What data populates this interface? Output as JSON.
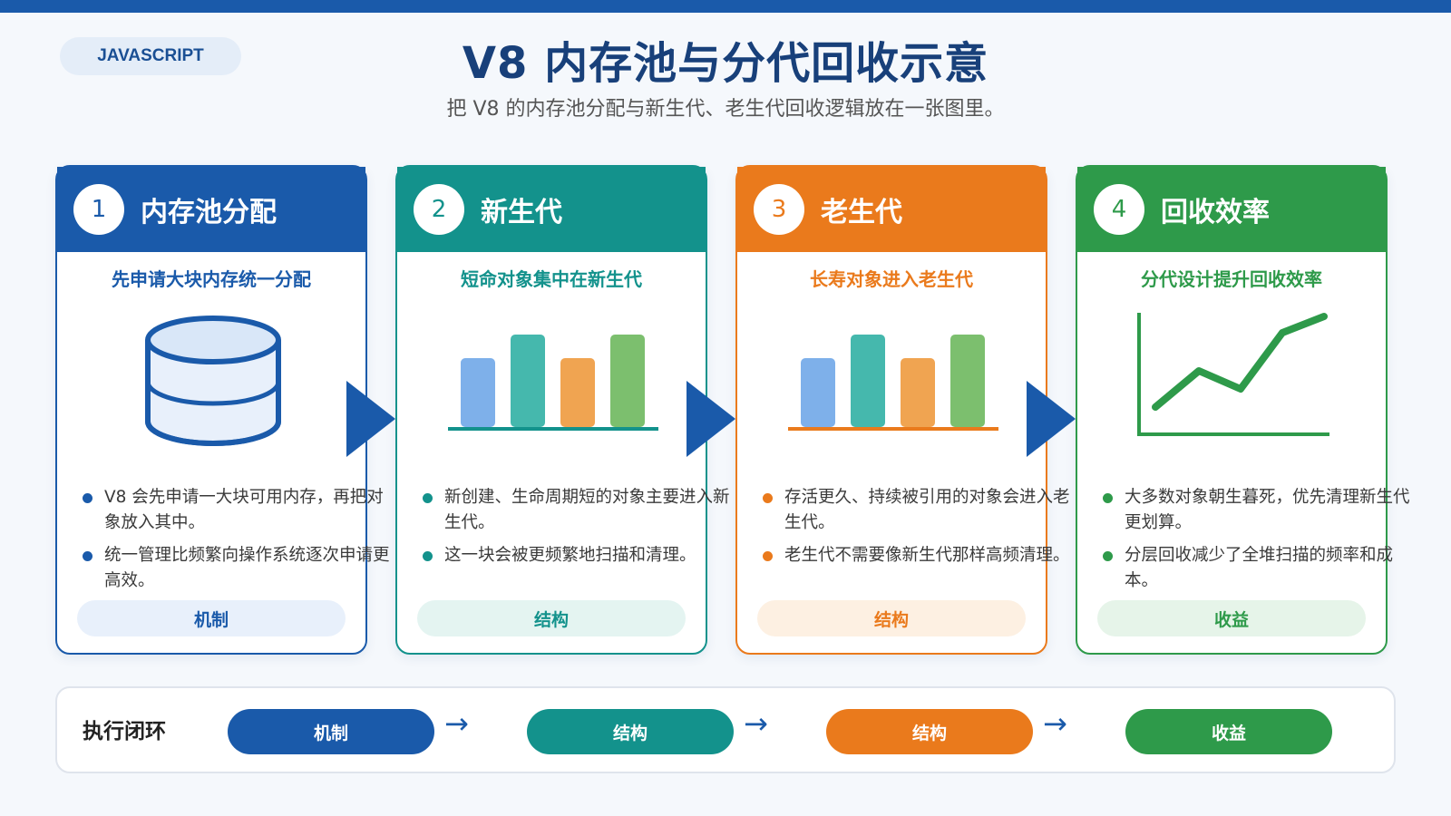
{
  "header": {
    "tag": "JAVASCRIPT",
    "title": "V8 内存池与分代回收示意",
    "subtitle": "把 V8 的内存池分配与新生代、老生代回收逻辑放在一张图里。"
  },
  "colors": {
    "blue": "#1a5aaa",
    "teal": "#13928c",
    "orange": "#ea7a1c",
    "green": "#2e9a4a"
  },
  "cards": [
    {
      "number": "1",
      "title": "内存池分配",
      "subtitle": "先申请大块内存统一分配",
      "icon": "database-icon",
      "bullets": [
        "V8 会先申请一大块可用内存，再把对象放入其中。",
        "统一管理比频繁向操作系统逐次申请更高效。"
      ],
      "tag": "机制"
    },
    {
      "number": "2",
      "title": "新生代",
      "subtitle": "短命对象集中在新生代",
      "icon": "bar-chart-icon",
      "bullets": [
        "新创建、生命周期短的对象主要进入新生代。",
        "这一块会被更频繁地扫描和清理。"
      ],
      "tag": "结构"
    },
    {
      "number": "3",
      "title": "老生代",
      "subtitle": "长寿对象进入老生代",
      "icon": "bar-chart-icon",
      "bullets": [
        "存活更久、持续被引用的对象会进入老生代。",
        "老生代不需要像新生代那样高频清理。"
      ],
      "tag": "结构"
    },
    {
      "number": "4",
      "title": "回收效率",
      "subtitle": "分代设计提升回收效率",
      "icon": "line-chart-icon",
      "bullets": [
        "大多数对象朝生暮死，优先清理新生代更划算。",
        "分层回收减少了全堆扫描的频率和成本。"
      ],
      "tag": "收益"
    }
  ],
  "loop": {
    "title": "执行闭环",
    "steps": [
      "机制",
      "结构",
      "结构",
      "收益"
    ],
    "arrow": "→"
  }
}
